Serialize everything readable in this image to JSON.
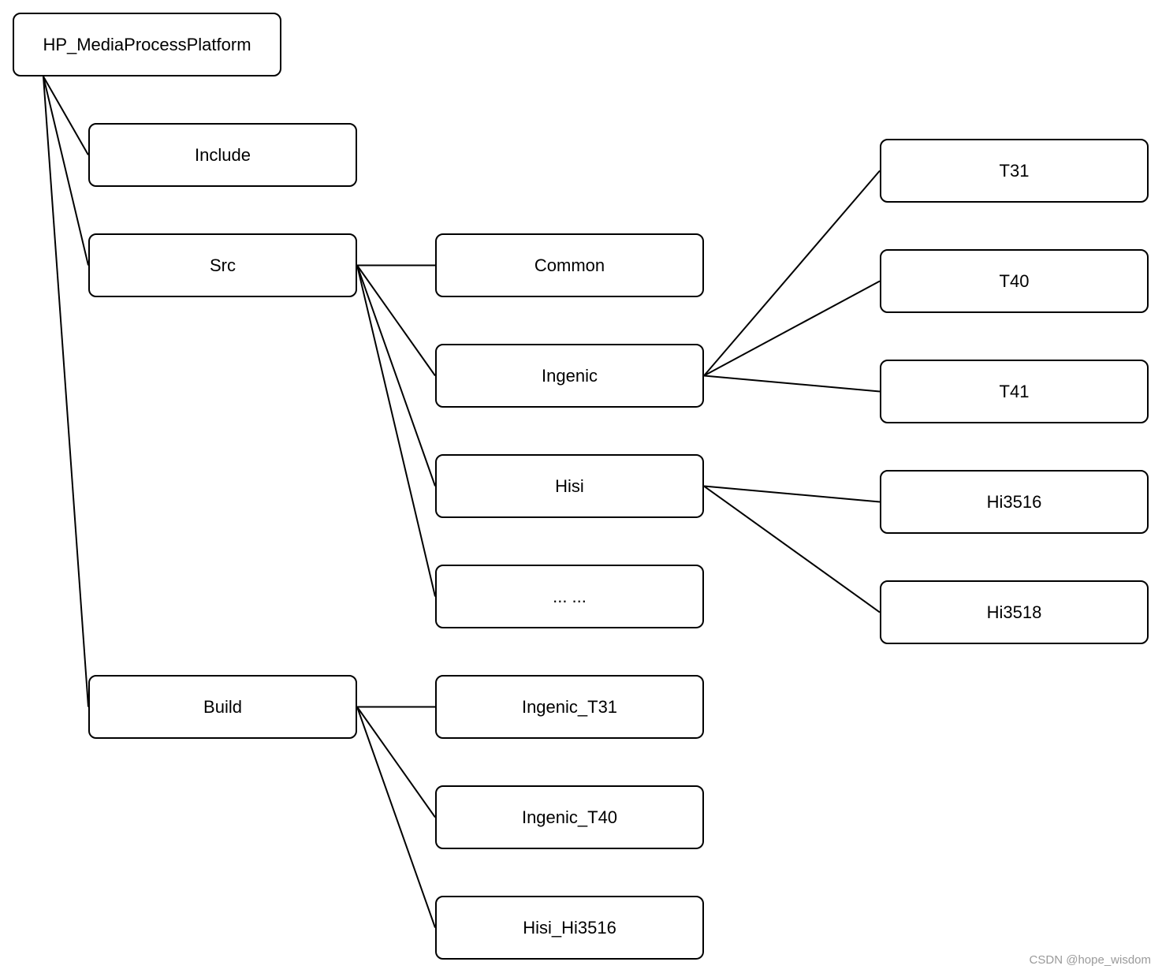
{
  "nodes": {
    "root": "HP_MediaProcessPlatform",
    "include": "Include",
    "src": "Src",
    "build": "Build",
    "common": "Common",
    "ingenic": "Ingenic",
    "hisi": "Hisi",
    "more": "... ...",
    "build_t31": "Ingenic_T31",
    "build_t40": "Ingenic_T40",
    "build_hi3516": "Hisi_Hi3516",
    "t31": "T31",
    "t40": "T40",
    "t41": "T41",
    "hi3516": "Hi3516",
    "hi3518": "Hi3518"
  },
  "edges": [
    [
      "root",
      "include"
    ],
    [
      "root",
      "src"
    ],
    [
      "root",
      "build"
    ],
    [
      "src",
      "common"
    ],
    [
      "src",
      "ingenic"
    ],
    [
      "src",
      "hisi"
    ],
    [
      "src",
      "more"
    ],
    [
      "ingenic",
      "t31"
    ],
    [
      "ingenic",
      "t40"
    ],
    [
      "ingenic",
      "t41"
    ],
    [
      "hisi",
      "hi3516"
    ],
    [
      "hisi",
      "hi3518"
    ],
    [
      "build",
      "build_t31"
    ],
    [
      "build",
      "build_t40"
    ],
    [
      "build",
      "build_hi3516"
    ]
  ],
  "colors": {
    "stroke": "#000000",
    "background": "#ffffff",
    "watermark": "#9a9a9a"
  },
  "watermark": "CSDN @hope_wisdom"
}
